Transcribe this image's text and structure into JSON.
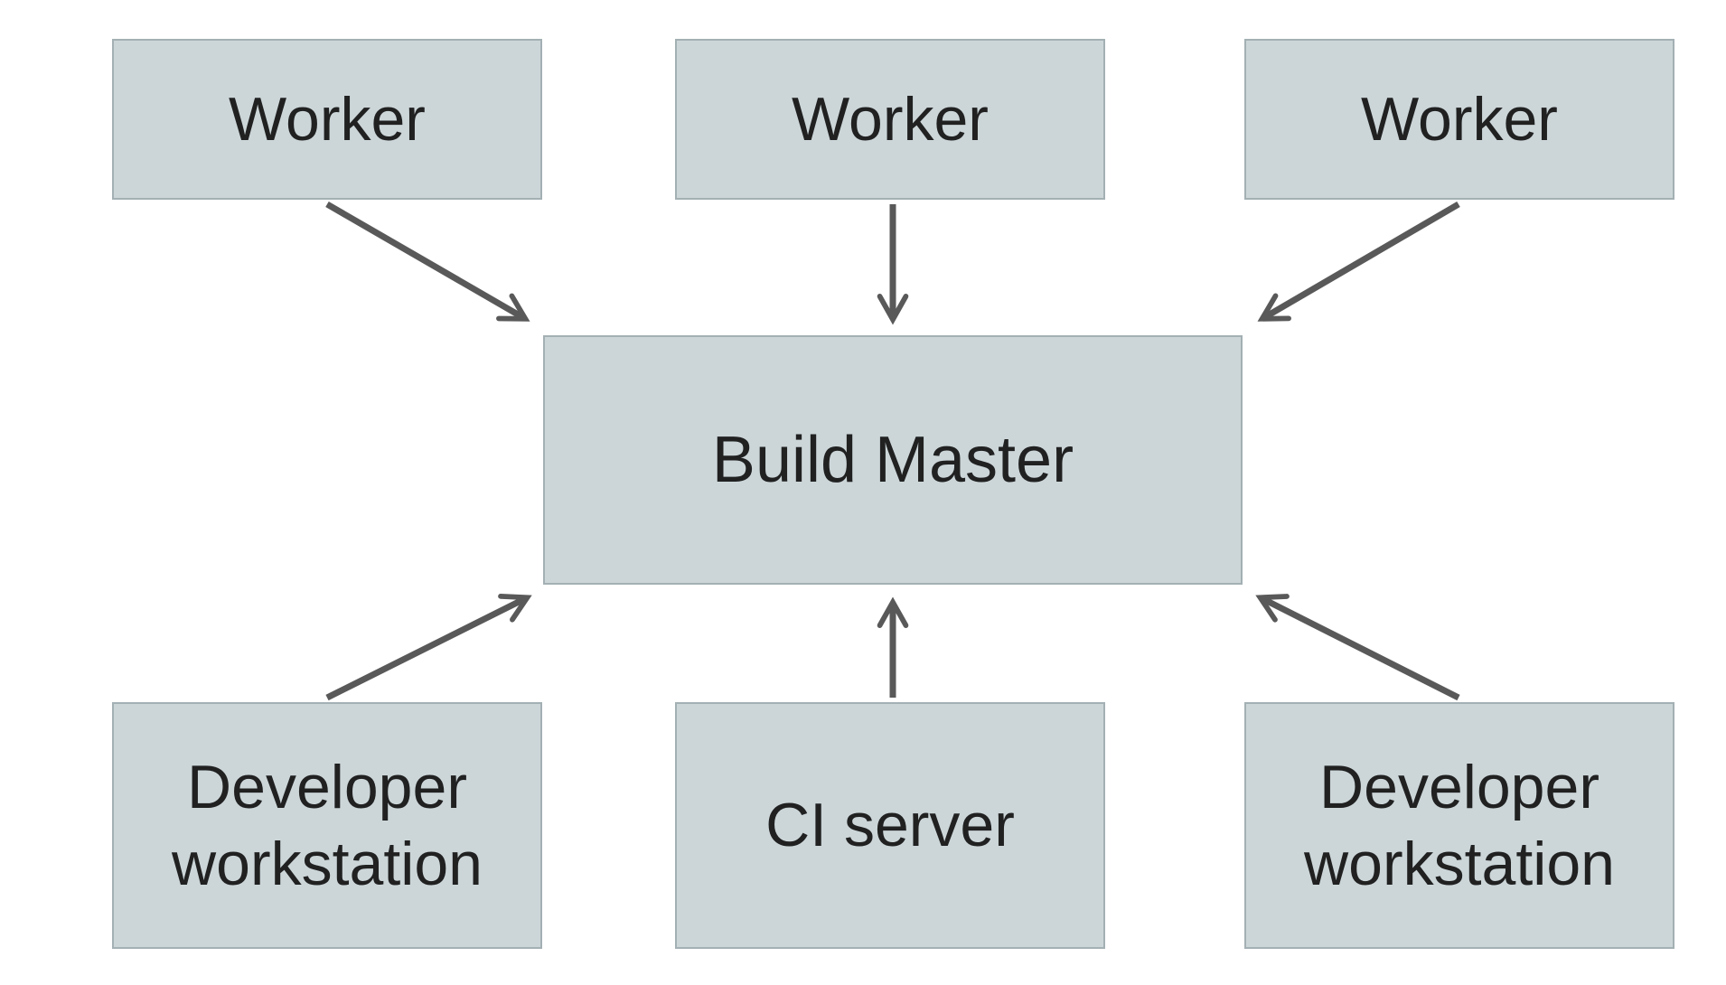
{
  "diagram": {
    "type": "architecture-diagram",
    "nodes": {
      "worker_1": {
        "label": "Worker"
      },
      "worker_2": {
        "label": "Worker"
      },
      "worker_3": {
        "label": "Worker"
      },
      "build_master": {
        "label": "Build Master"
      },
      "dev_workstation_left": {
        "label": "Developer workstation"
      },
      "ci_server": {
        "label": "CI server"
      },
      "dev_workstation_right": {
        "label": "Developer workstation"
      }
    },
    "edges": [
      {
        "from": "worker_1",
        "to": "build_master",
        "direction": "down-right"
      },
      {
        "from": "worker_2",
        "to": "build_master",
        "direction": "down"
      },
      {
        "from": "worker_3",
        "to": "build_master",
        "direction": "down-left"
      },
      {
        "from": "dev_workstation_left",
        "to": "build_master",
        "direction": "up-right"
      },
      {
        "from": "ci_server",
        "to": "build_master",
        "direction": "up"
      },
      {
        "from": "dev_workstation_right",
        "to": "build_master",
        "direction": "up-left"
      }
    ],
    "colors": {
      "node_fill": "#ccd6d9",
      "node_border": "#a3b0b4",
      "arrow": "#595959",
      "text": "#212121",
      "background": "#ffffff"
    }
  }
}
